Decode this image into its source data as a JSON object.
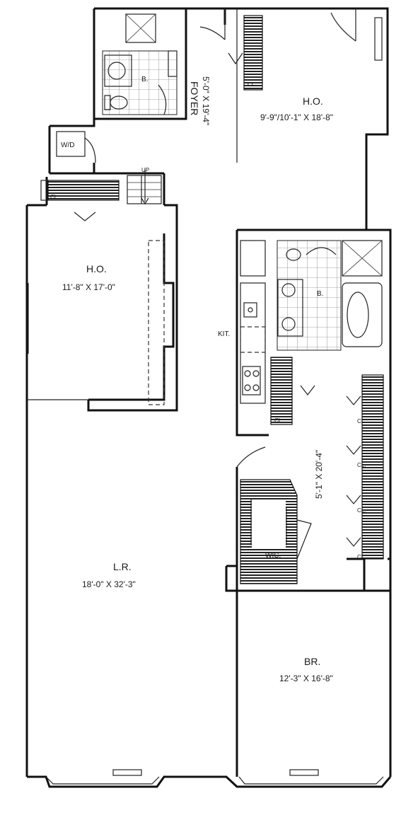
{
  "rooms": {
    "bath1": {
      "label": "B."
    },
    "foyer": {
      "label": "FOYER",
      "dim": "5'-0\" X 19'-4\""
    },
    "ho_top": {
      "label": "H.O.",
      "dim": "9'-9\"/10'-1\" X 18'-8\""
    },
    "wd": {
      "label": "W/D"
    },
    "stair": {
      "label": "UP"
    },
    "ho_left": {
      "label": "H.O.",
      "dim": "11'-8\" X 17'-0\""
    },
    "bath2": {
      "label": "B."
    },
    "kitchen": {
      "label": "KIT."
    },
    "hall": {
      "dim": "5'-1\" X 20'-4\""
    },
    "wic": {
      "label": "WIC."
    },
    "lr": {
      "label": "L.R.",
      "dim": "18'-0\" X 32'-3\""
    },
    "br": {
      "label": "BR.",
      "dim": "12'-3\" X 16'-8\""
    }
  },
  "closets": {
    "top": "CL.",
    "stair": "CL.",
    "kit": "CL.",
    "hall_1": "CL.",
    "hall_2": "CL.",
    "hall_3": "CL.",
    "hall_4": "CL."
  }
}
